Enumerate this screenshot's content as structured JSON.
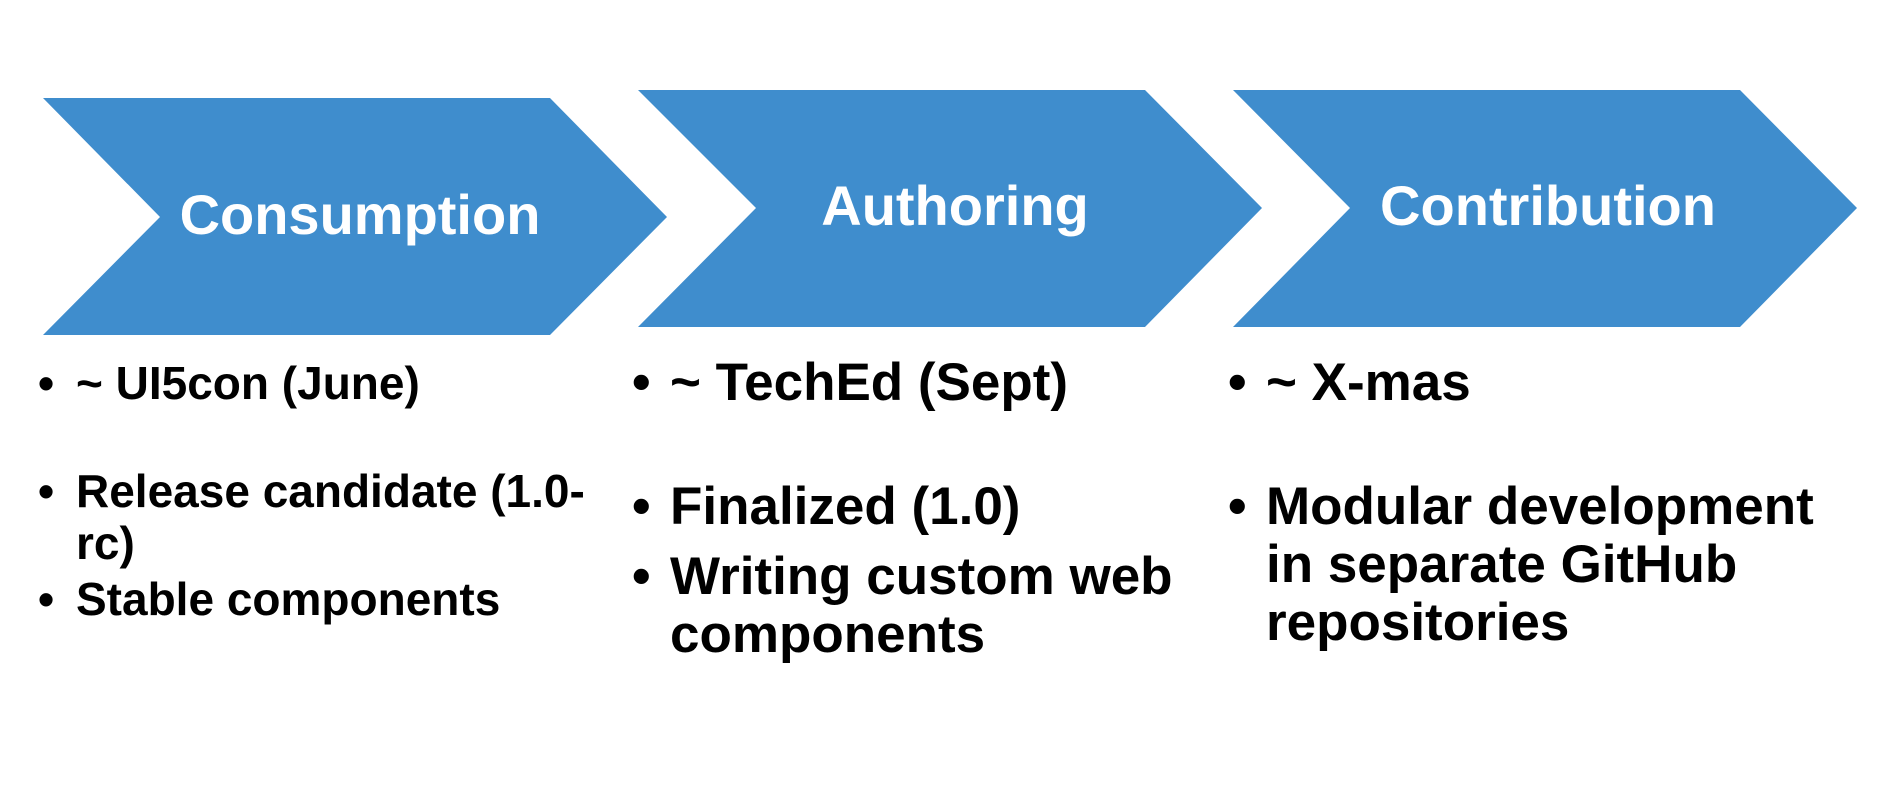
{
  "stages": [
    {
      "title": "Consumption",
      "bullets": [
        "~ UI5con (June)",
        "Release candidate (1.0-rc)",
        "Stable components"
      ]
    },
    {
      "title": "Authoring",
      "bullets": [
        "~ TechEd (Sept)",
        "Finalized (1.0)",
        "Writing custom web components"
      ]
    },
    {
      "title": "Contribution",
      "bullets": [
        "~ X-mas",
        "Modular development in separate GitHub repositories"
      ]
    }
  ],
  "colors": {
    "chevron_fill": "#3f8dcd",
    "title_text": "#ffffff",
    "body_text": "#000000"
  }
}
